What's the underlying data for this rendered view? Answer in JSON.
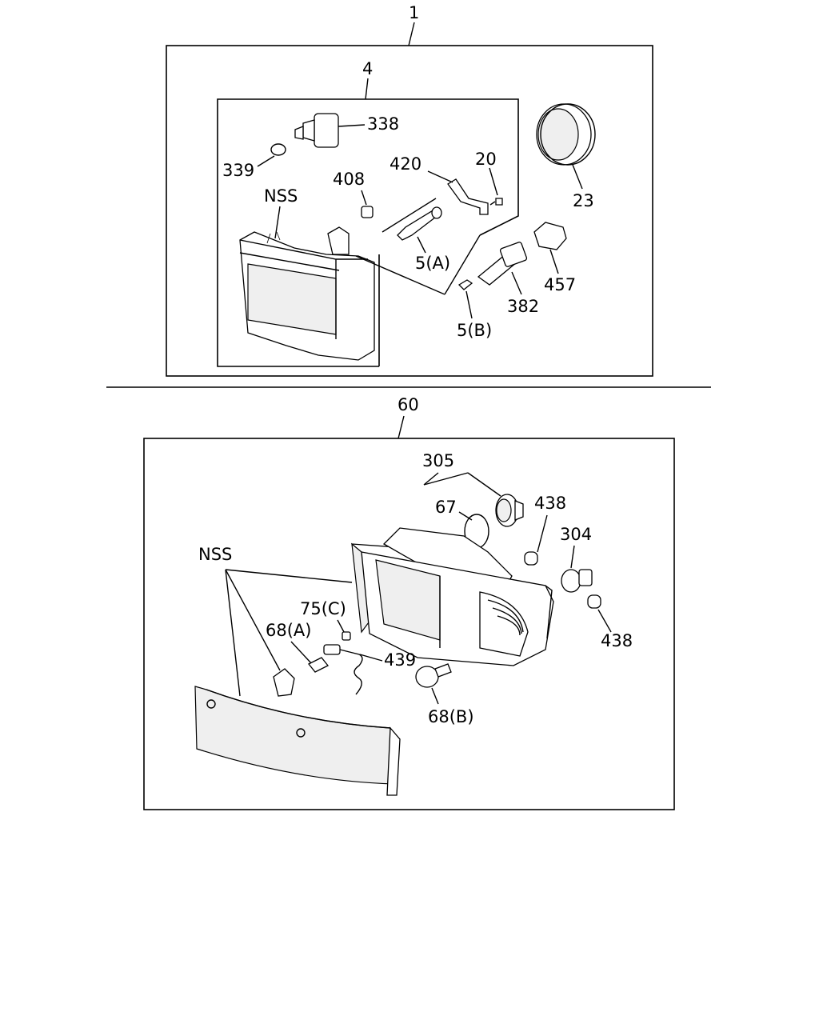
{
  "section_top": {
    "assembly_callout": "1",
    "subassembly_callout": "4",
    "labels": {
      "p338": "338",
      "p339": "339",
      "p408": "408",
      "p420": "420",
      "p20": "20",
      "p23": "23",
      "nss": "NSS",
      "p5a": "5(A)",
      "p5b": "5(B)",
      "p382": "382",
      "p457": "457"
    }
  },
  "section_bottom": {
    "assembly_callout": "60",
    "labels": {
      "p305": "305",
      "p67": "67",
      "p438a": "438",
      "p304": "304",
      "p438b": "438",
      "nss": "NSS",
      "p75c": "75(C)",
      "p68a": "68(A)",
      "p439": "439",
      "p68b": "68(B)"
    }
  }
}
